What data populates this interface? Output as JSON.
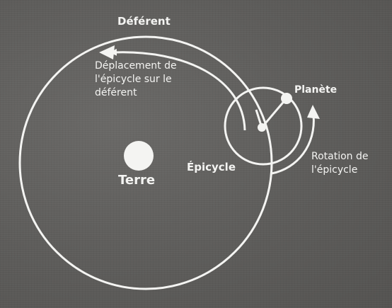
{
  "labels": {
    "deferent": "Déférent",
    "deplacement": "Déplacement de\nl'épicycle sur le\ndéférent",
    "planete": "Planète",
    "epicycle": "Épicycle",
    "rotation": "Rotation de\nl'épicycle",
    "terre": "Terre"
  },
  "colors": {
    "background": "#5f5e5c",
    "stroke": "#f4f4f2"
  }
}
